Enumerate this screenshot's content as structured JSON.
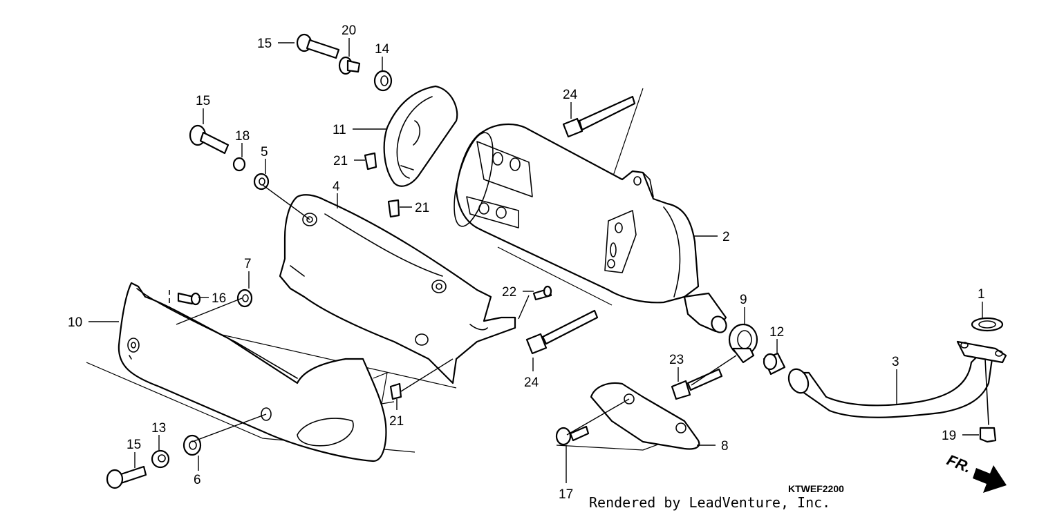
{
  "diagram": {
    "code": "KTWEF2200",
    "watermark": "Rendered by LeadVenture, Inc.",
    "direction": "FR.",
    "callouts": {
      "c1": "1",
      "c2": "2",
      "c3": "3",
      "c4": "4",
      "c5": "5",
      "c6": "6",
      "c7": "7",
      "c8": "8",
      "c9": "9",
      "c10": "10",
      "c11": "11",
      "c12": "12",
      "c13": "13",
      "c14": "14",
      "c15a": "15",
      "c15b": "15",
      "c15c": "15",
      "c16": "16",
      "c17": "17",
      "c18": "18",
      "c19": "19",
      "c20": "20",
      "c21a": "21",
      "c21b": "21",
      "c21c": "21",
      "c22": "22",
      "c23": "23",
      "c24a": "24",
      "c24b": "24"
    }
  }
}
